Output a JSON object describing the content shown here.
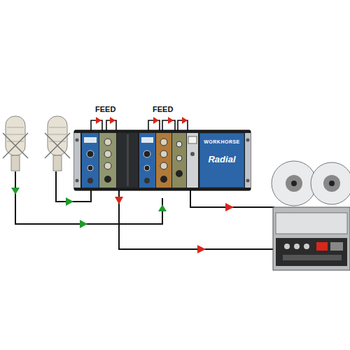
{
  "diagram": {
    "nodes": [
      {
        "text": [
          "WORKHORSE",
          "Radial"
        ]
      }
    ],
    "labels": [
      "FEED",
      "FEED"
    ]
  }
}
